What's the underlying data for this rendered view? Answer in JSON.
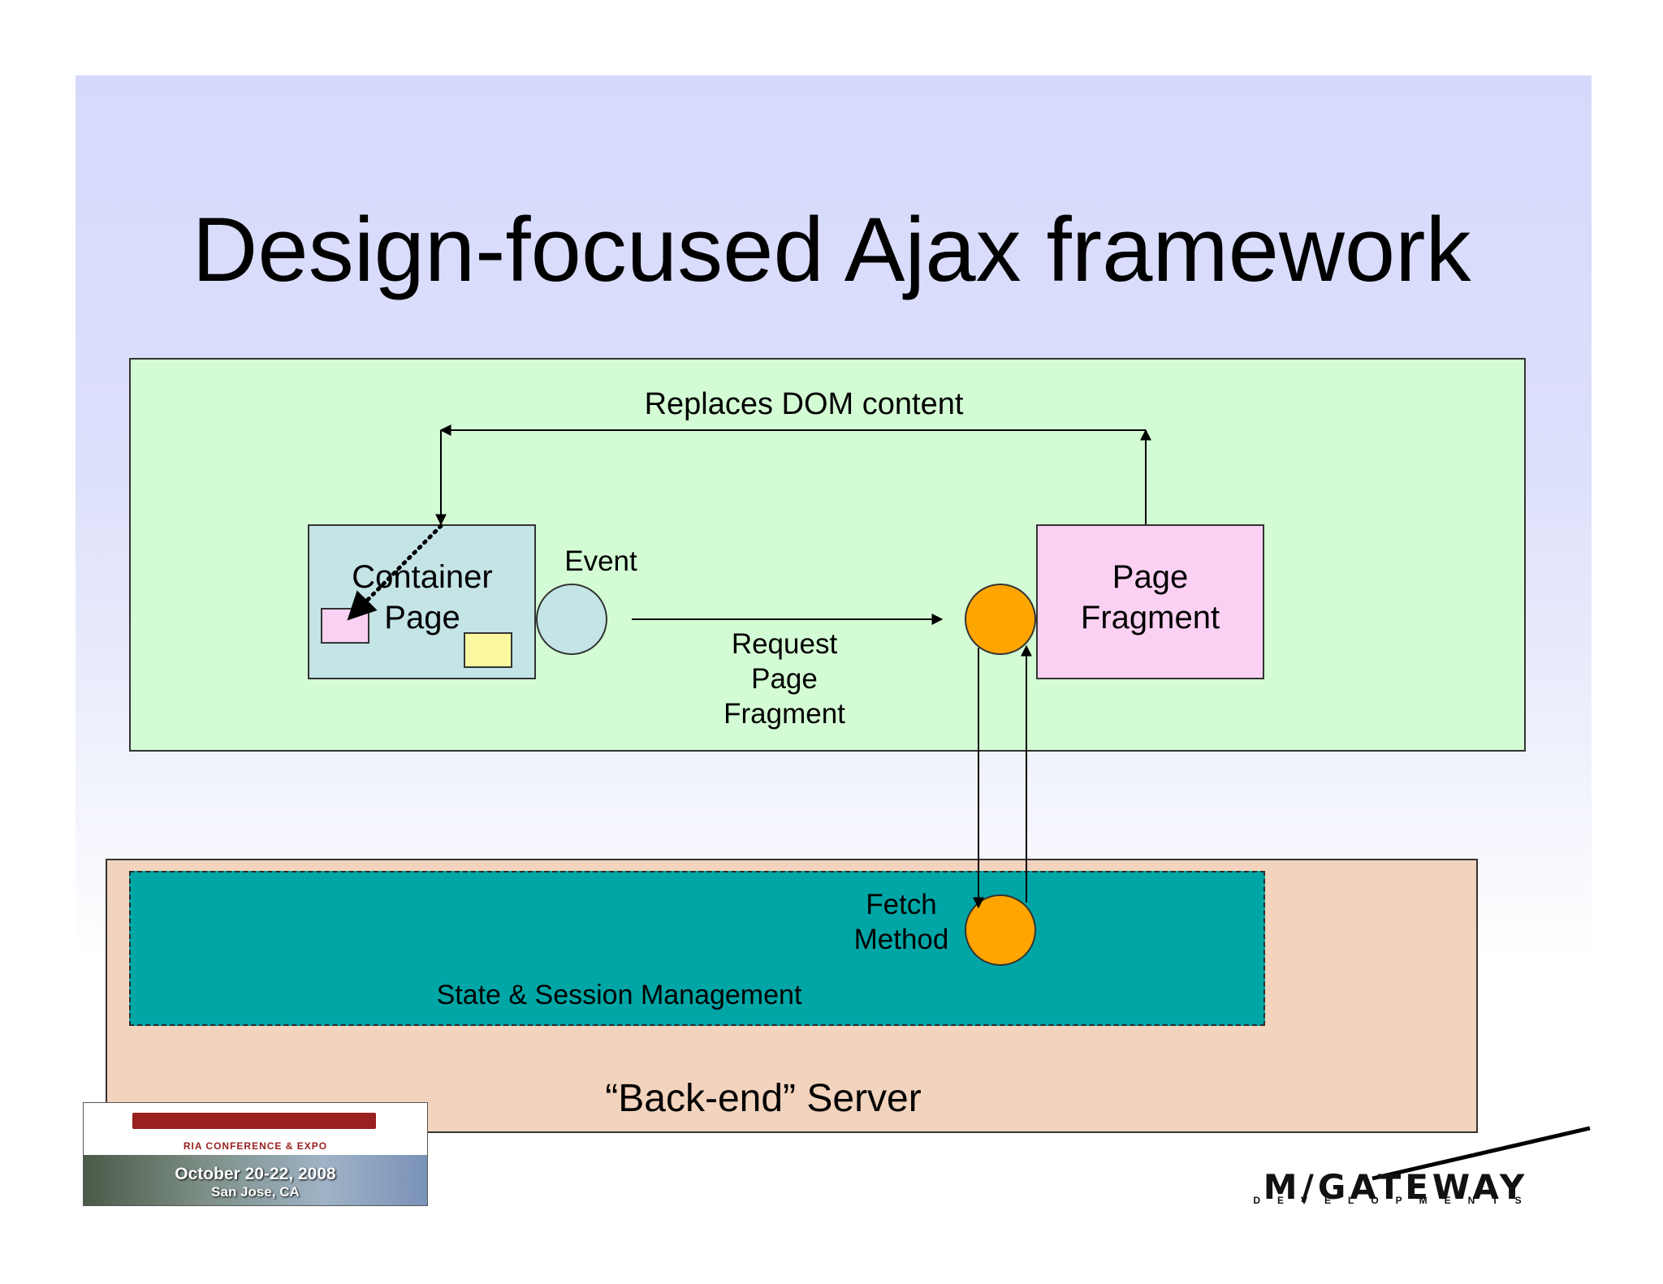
{
  "slide": {
    "title": "Design-focused Ajax framework"
  },
  "diagram": {
    "arrow_labels": {
      "replaces_dom": "Replaces DOM content",
      "event": "Event",
      "request_line1": "Request",
      "request_line2": "Page",
      "request_line3": "Fragment",
      "fetch_line1": "Fetch",
      "fetch_line2": "Method"
    },
    "nodes": {
      "container_line1": "Container",
      "container_line2": "Page",
      "fragment_line1": "Page",
      "fragment_line2": "Fragment"
    },
    "panels": {
      "state_session": "State & Session Management",
      "backend_server": "“Back-end” Server"
    },
    "colors": {
      "client_panel": "#d4fcd4",
      "server_panel": "#f2d3bd",
      "state_panel": "#00a6a6",
      "container_box": "#c4e4e6",
      "fragment_box": "#fbd1f3",
      "orange_node": "#ffa500"
    }
  },
  "footer": {
    "conference_sub": "RIA CONFERENCE & EXPO",
    "conference_dates": "October 20-22, 2008",
    "conference_place": "San Jose, CA",
    "company_name": "M/GATEWAY",
    "company_tag": "DEVELOPMENTS"
  }
}
